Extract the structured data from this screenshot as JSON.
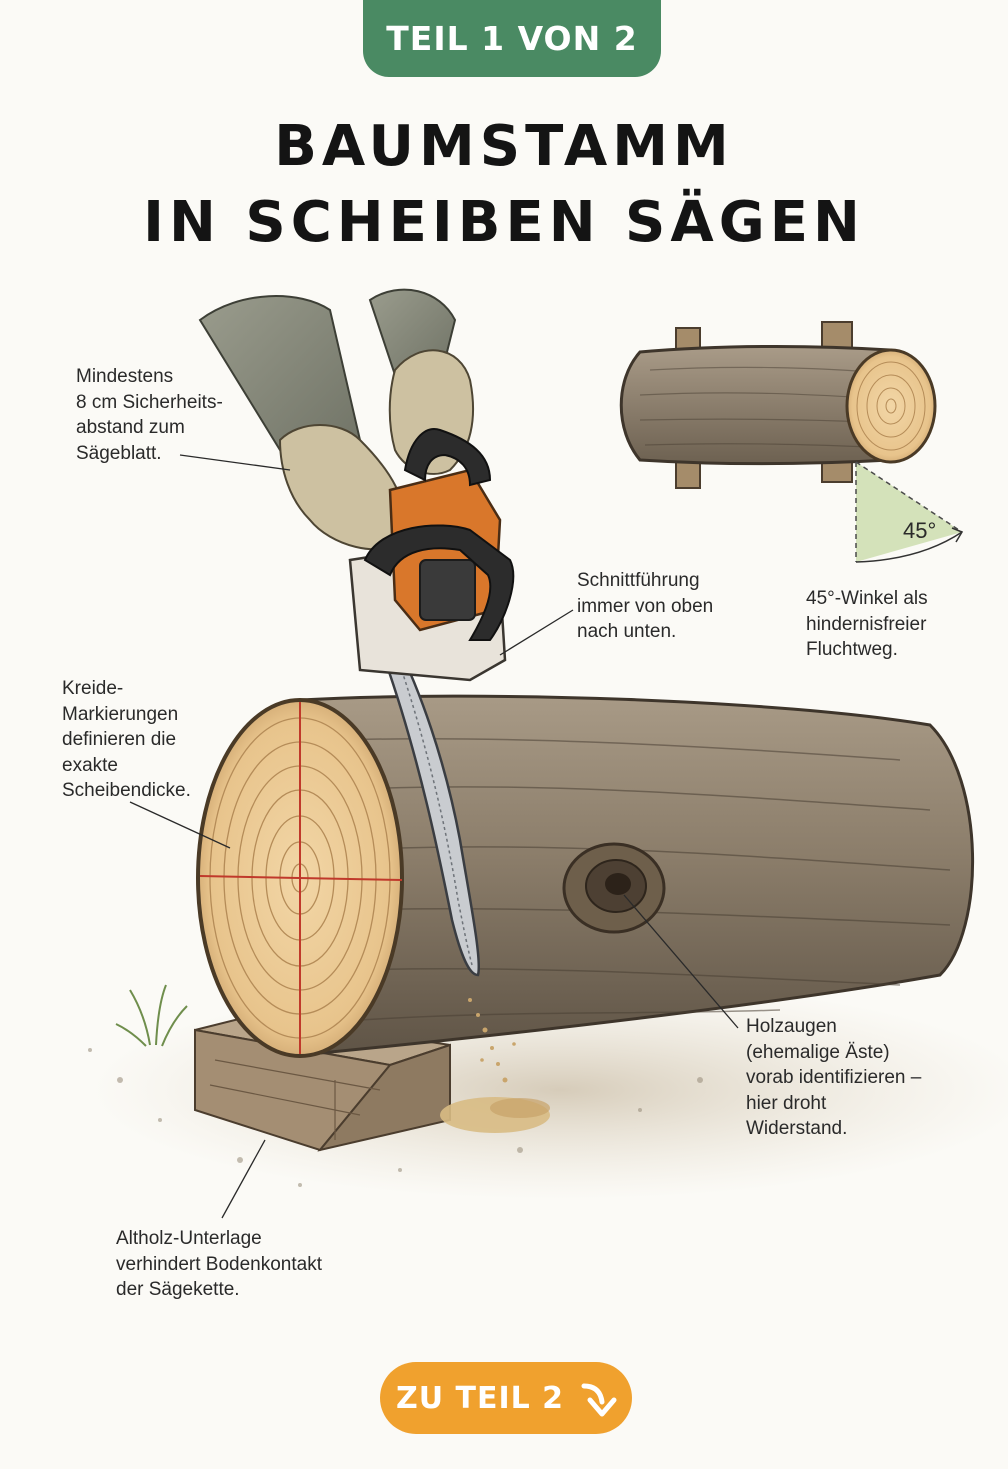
{
  "header": {
    "badge": "TEIL 1 VON 2",
    "title_line1": "BAUMSTAMM",
    "title_line2": "IN SCHEIBEN SÄGEN"
  },
  "annotations": {
    "safety_distance": "Mindestens\n8 cm Sicherheits-\nabstand zum\nSägeblatt.",
    "cut_direction": "Schnittführung\nimmer von oben\nnach unten.",
    "escape_route": "45°-Winkel als\nhindernisfreier\nFluchtweg.",
    "chalk_marks": "Kreide-\nMarkierungen\ndefinieren die\nexakte\nScheibendicke.",
    "knots": "Holzaugen\n(ehemalige Äste)\nvorab identifizieren –\nhier droht\nWiderstand.",
    "base_support": "Altholz-Unterlage\nverhindert Bodenkontakt\nder Sägekette."
  },
  "angle_label": "45°",
  "footer": {
    "next_button": "ZU TEIL 2",
    "next_icon": "arrow-down-right-icon"
  },
  "colors": {
    "badge_green": "#4a8a63",
    "button_orange": "#f0a12e",
    "chalk_red": "#c0392b",
    "saw_orange": "#d9772b"
  }
}
